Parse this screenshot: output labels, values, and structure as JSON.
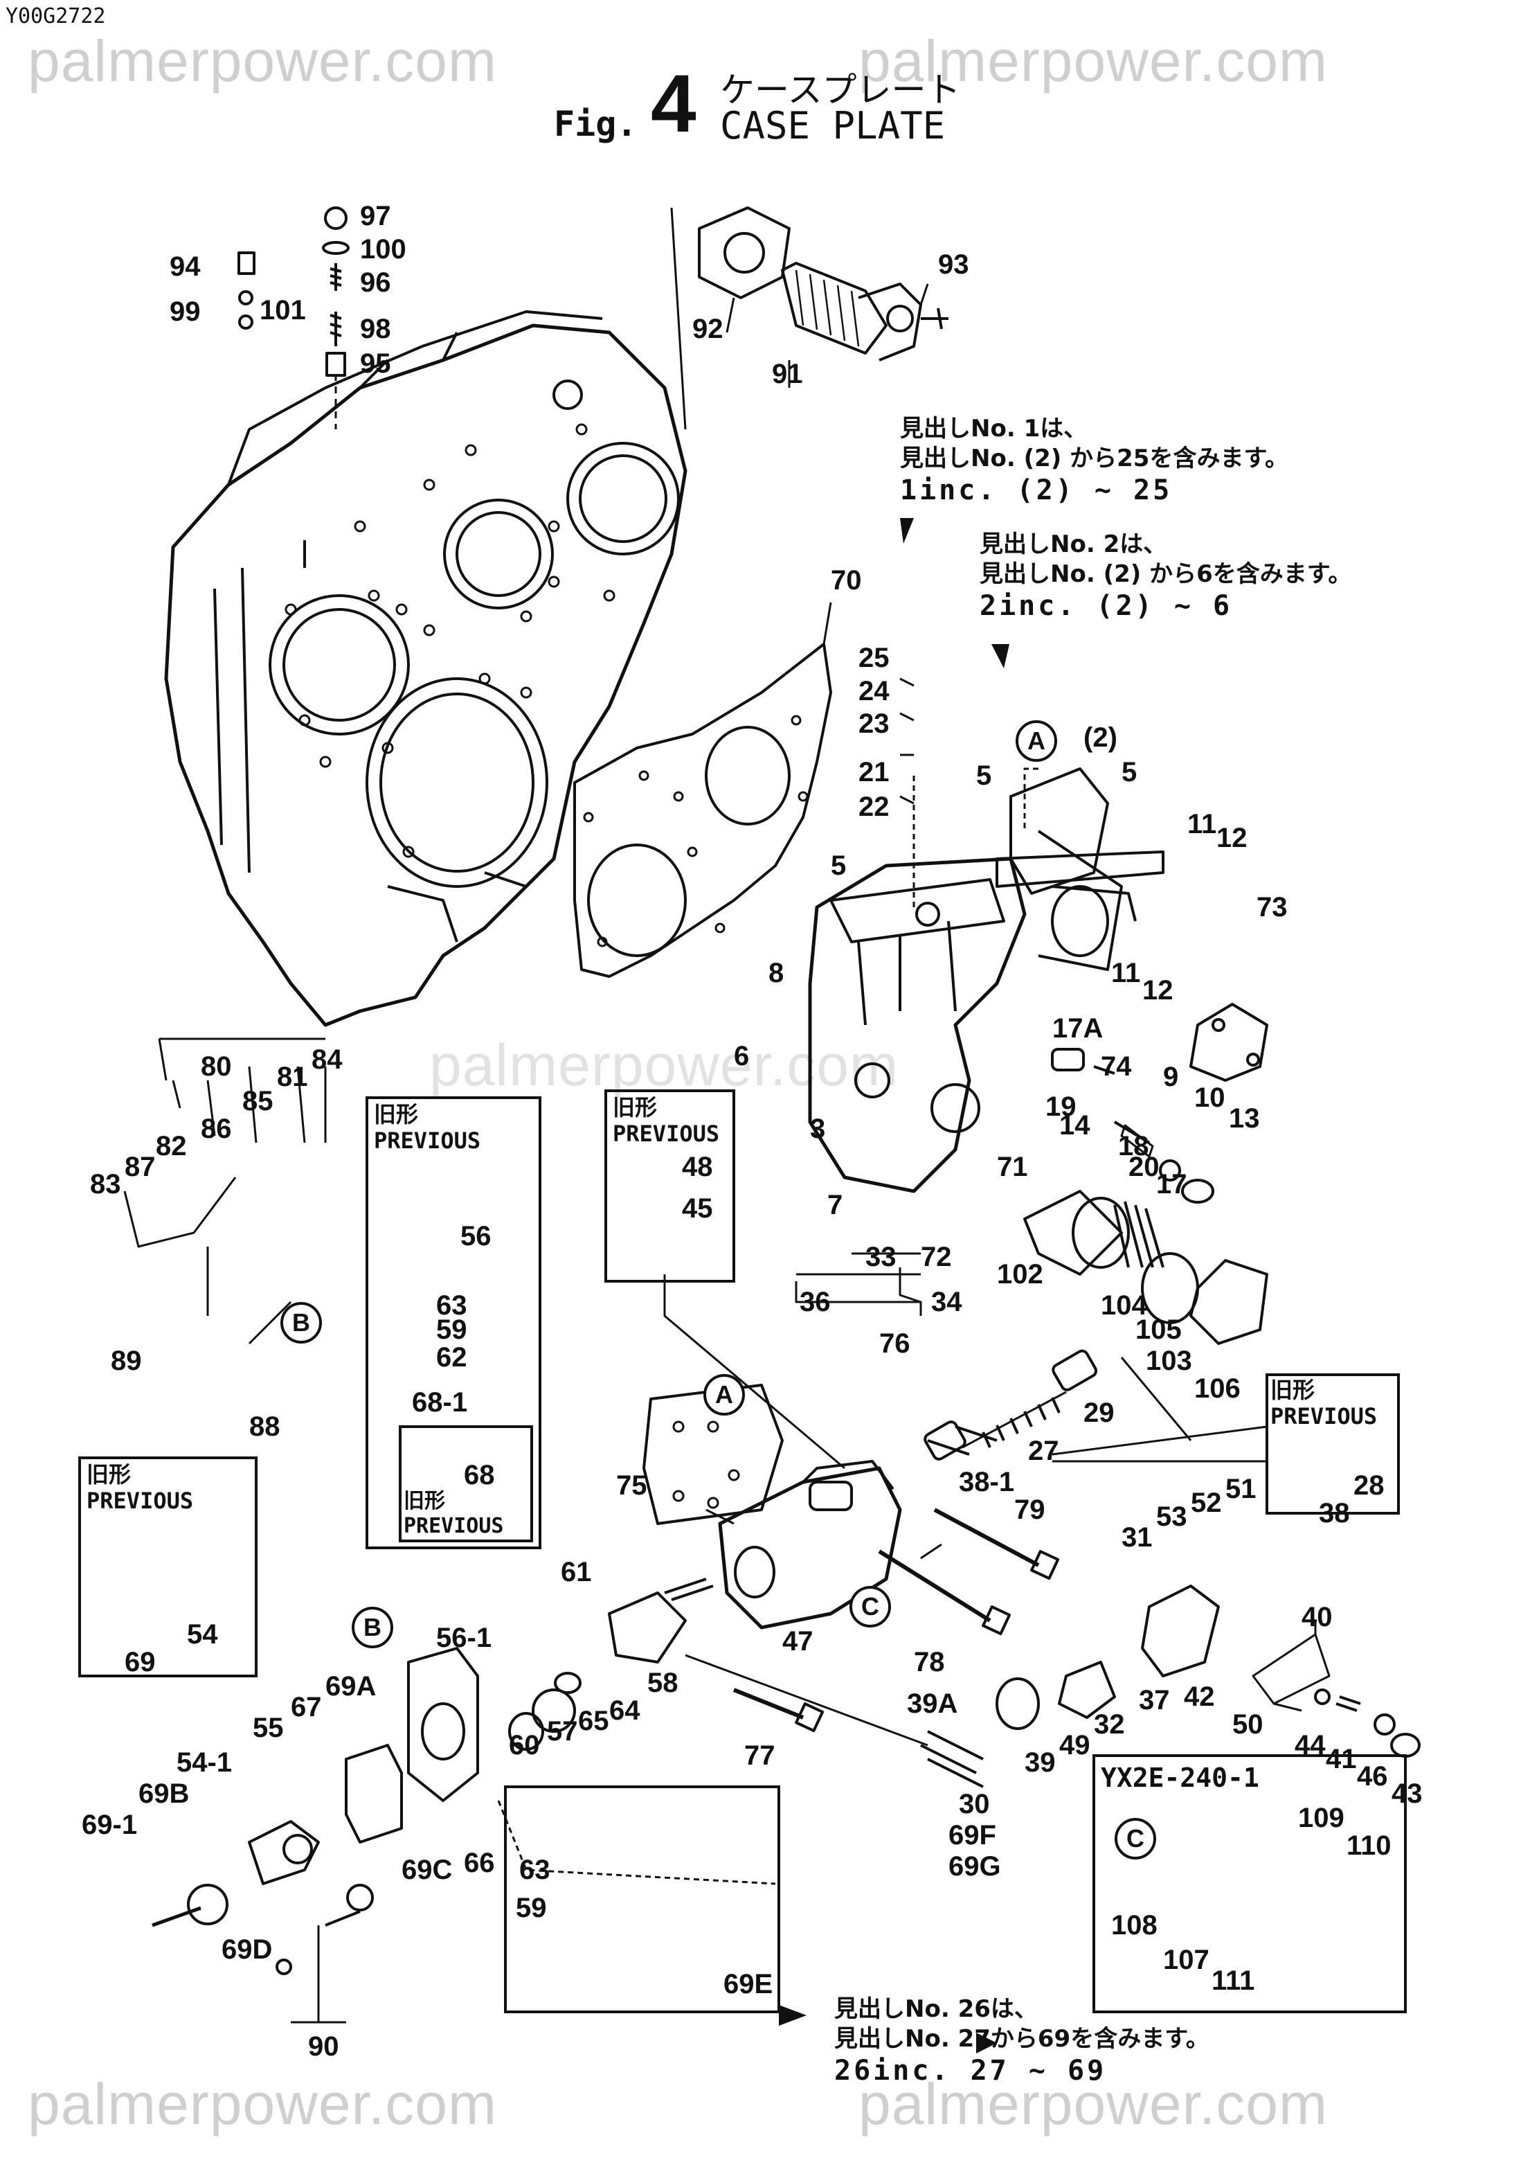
{
  "header": {
    "code": "Y00G2722",
    "fig_prefix": "Fig.",
    "fig_number": "4",
    "title_jp": "ケースプレート",
    "title_en": "CASE PLATE"
  },
  "watermark": "palmerpower.com",
  "notes": [
    {
      "lines": [
        "見出しNo. 1は、",
        "見出しNo. (2) から25を含みます。",
        "1inc. (2) ~ 25"
      ]
    },
    {
      "lines": [
        "見出しNo. 2は、",
        "見出しNo. (2) から6を含みます。",
        "2inc. (2) ~ 6"
      ]
    },
    {
      "lines": [
        "見出しNo. 26は、",
        "見出しNo. 27から69を含みます。",
        "26inc. 27 ~ 69"
      ]
    }
  ],
  "boxes": {
    "previous_label_jp": "旧形",
    "previous_label_en": "PREVIOUS",
    "yx_code": "YX2E-240-1"
  },
  "refs": [
    "A",
    "B",
    "C"
  ],
  "labels": [
    "97",
    "100",
    "96",
    "98",
    "95",
    "94",
    "99",
    "101",
    "92",
    "91",
    "93",
    "70",
    "25",
    "24",
    "23",
    "21",
    "22",
    "5",
    "(2)",
    "5",
    "11",
    "12",
    "5",
    "73",
    "8",
    "11",
    "12",
    "17A",
    "74",
    "9",
    "10",
    "13",
    "6",
    "19",
    "14",
    "18",
    "20",
    "17",
    "3",
    "71",
    "7",
    "80",
    "84",
    "85",
    "81",
    "86",
    "82",
    "87",
    "83",
    "89",
    "88",
    "56",
    "63",
    "59",
    "62",
    "68-1",
    "68",
    "48",
    "45",
    "72",
    "102",
    "104",
    "105",
    "103",
    "106",
    "33",
    "36",
    "34",
    "76",
    "29",
    "27",
    "38-1",
    "28",
    "38",
    "75",
    "79",
    "31",
    "53",
    "52",
    "51",
    "69",
    "54",
    "61",
    "58",
    "47",
    "78",
    "40",
    "37",
    "42",
    "50",
    "56-1",
    "69A",
    "67",
    "55",
    "54-1",
    "69B",
    "69-1",
    "69C",
    "66",
    "60",
    "57",
    "65",
    "64",
    "77",
    "39A",
    "39",
    "49",
    "32",
    "30",
    "69F",
    "69G",
    "44",
    "41",
    "46",
    "43",
    "63",
    "59",
    "69E",
    "69D",
    "90",
    "108",
    "109",
    "110",
    "107",
    "111"
  ]
}
